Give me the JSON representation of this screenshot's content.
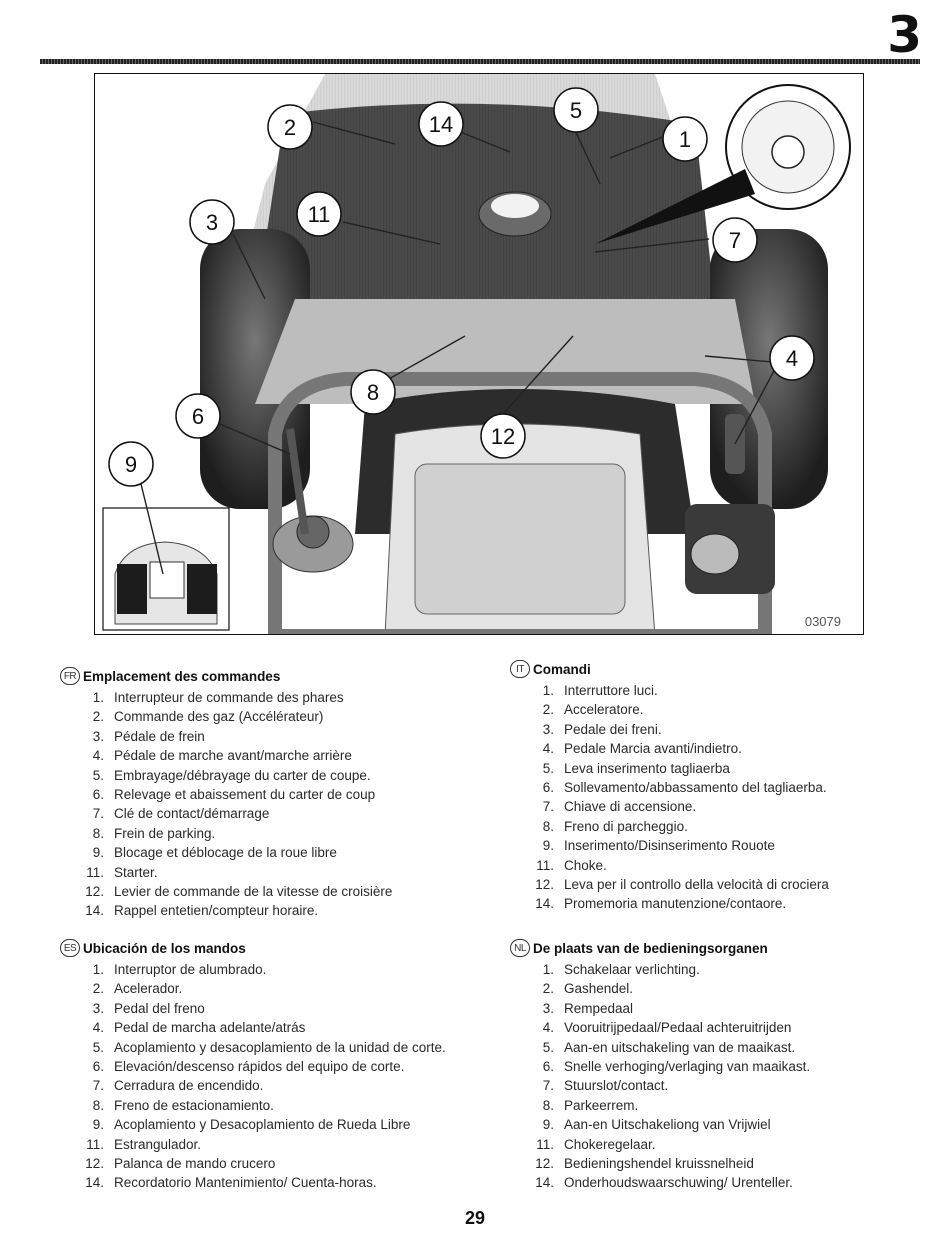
{
  "chapter_number": "3",
  "figure": {
    "code": "03079",
    "callouts": [
      "1",
      "2",
      "3",
      "4",
      "5",
      "6",
      "7",
      "8",
      "9",
      "11",
      "12",
      "14"
    ]
  },
  "sections": {
    "fr": {
      "lang": "FR",
      "title": "Emplacement des commandes",
      "items": [
        {
          "num": "1.",
          "text": "Interrupteur de commande des phares"
        },
        {
          "num": "2.",
          "text": "Commande des gaz (Accélérateur)"
        },
        {
          "num": "3.",
          "text": "Pédale de frein"
        },
        {
          "num": "4.",
          "text": "Pédale de marche avant/marche arrière"
        },
        {
          "num": "5.",
          "text": "Embrayage/débrayage du carter de coupe."
        },
        {
          "num": "6.",
          "text": "Relevage et abaissement du carter de coup"
        },
        {
          "num": "7.",
          "text": "Clé de contact/démarrage"
        },
        {
          "num": "8.",
          "text": "Frein de parking."
        },
        {
          "num": "9.",
          "text": "Blocage et déblocage de la roue libre"
        },
        {
          "num": "11.",
          "text": "Starter."
        },
        {
          "num": "12.",
          "text": "Levier de commande de la vitesse de croisière"
        },
        {
          "num": "14.",
          "text": "Rappel entetien/compteur horaire."
        }
      ]
    },
    "it": {
      "lang": "IT",
      "title": "Comandi",
      "items": [
        {
          "num": "1.",
          "text": "Interruttore luci."
        },
        {
          "num": "2.",
          "text": "Acceleratore."
        },
        {
          "num": "3.",
          "text": "Pedale dei freni."
        },
        {
          "num": "4.",
          "text": "Pedale Marcia avanti/indietro."
        },
        {
          "num": "5.",
          "text": "Leva inserimento tagliaerba"
        },
        {
          "num": "6.",
          "text": "Sollevamento/abbassamento del tagliaerba."
        },
        {
          "num": "7.",
          "text": "Chiave di accensione."
        },
        {
          "num": "8.",
          "text": "Freno di parcheggio."
        },
        {
          "num": "9.",
          "text": "Inserimento/Disinserimento Rouote"
        },
        {
          "num": "11.",
          "text": "Choke."
        },
        {
          "num": "12.",
          "text": "Leva per il controllo della velocità di crociera"
        },
        {
          "num": "14.",
          "text": "Promemoria manutenzione/contaore."
        }
      ]
    },
    "es": {
      "lang": "ES",
      "title": "Ubicación de los mandos",
      "items": [
        {
          "num": "1.",
          "text": "Interruptor de alumbrado."
        },
        {
          "num": "2.",
          "text": "Acelerador."
        },
        {
          "num": "3.",
          "text": "Pedal del freno"
        },
        {
          "num": "4.",
          "text": "Pedal de marcha adelante/atrás"
        },
        {
          "num": "5.",
          "text": "Acoplamiento y desacoplamiento de la unidad de corte."
        },
        {
          "num": "6.",
          "text": "Elevación/descenso rápidos del equipo de corte."
        },
        {
          "num": "7.",
          "text": "Cerradura de encendido."
        },
        {
          "num": "8.",
          "text": "Freno de estacionamiento."
        },
        {
          "num": "9.",
          "text": "Acoplamiento y Desacoplamiento de Rueda  Libre"
        },
        {
          "num": "11.",
          "text": "Estrangulador."
        },
        {
          "num": "12.",
          "text": "Palanca de mando crucero"
        },
        {
          "num": "14.",
          "text": "Recordatorio Mantenimiento/ Cuenta-horas."
        }
      ]
    },
    "nl": {
      "lang": "NL",
      "title": "De plaats van de bedieningsorganen",
      "items": [
        {
          "num": "1.",
          "text": "Schakelaar verlichting."
        },
        {
          "num": "2.",
          "text": "Gashendel."
        },
        {
          "num": "3.",
          "text": "Rempedaal"
        },
        {
          "num": "4.",
          "text": "Vooruitrijpedaal/Pedaal achteruitrijden"
        },
        {
          "num": "5.",
          "text": "Aan-en uitschakeling van de maaikast."
        },
        {
          "num": "6.",
          "text": "Snelle verhoging/verlaging van maaikast."
        },
        {
          "num": "7.",
          "text": "Stuurslot/contact."
        },
        {
          "num": "8.",
          "text": "Parkeerrem."
        },
        {
          "num": "9.",
          "text": "Aan-en Uitschakeliong van Vrijwiel"
        },
        {
          "num": "11.",
          "text": "Chokeregelaar."
        },
        {
          "num": "12.",
          "text": "Bedieningshendel kruissnelheid"
        },
        {
          "num": "14.",
          "text": "Onderhoudswaarschuwing/ Urenteller."
        }
      ]
    }
  },
  "page_number": "29"
}
